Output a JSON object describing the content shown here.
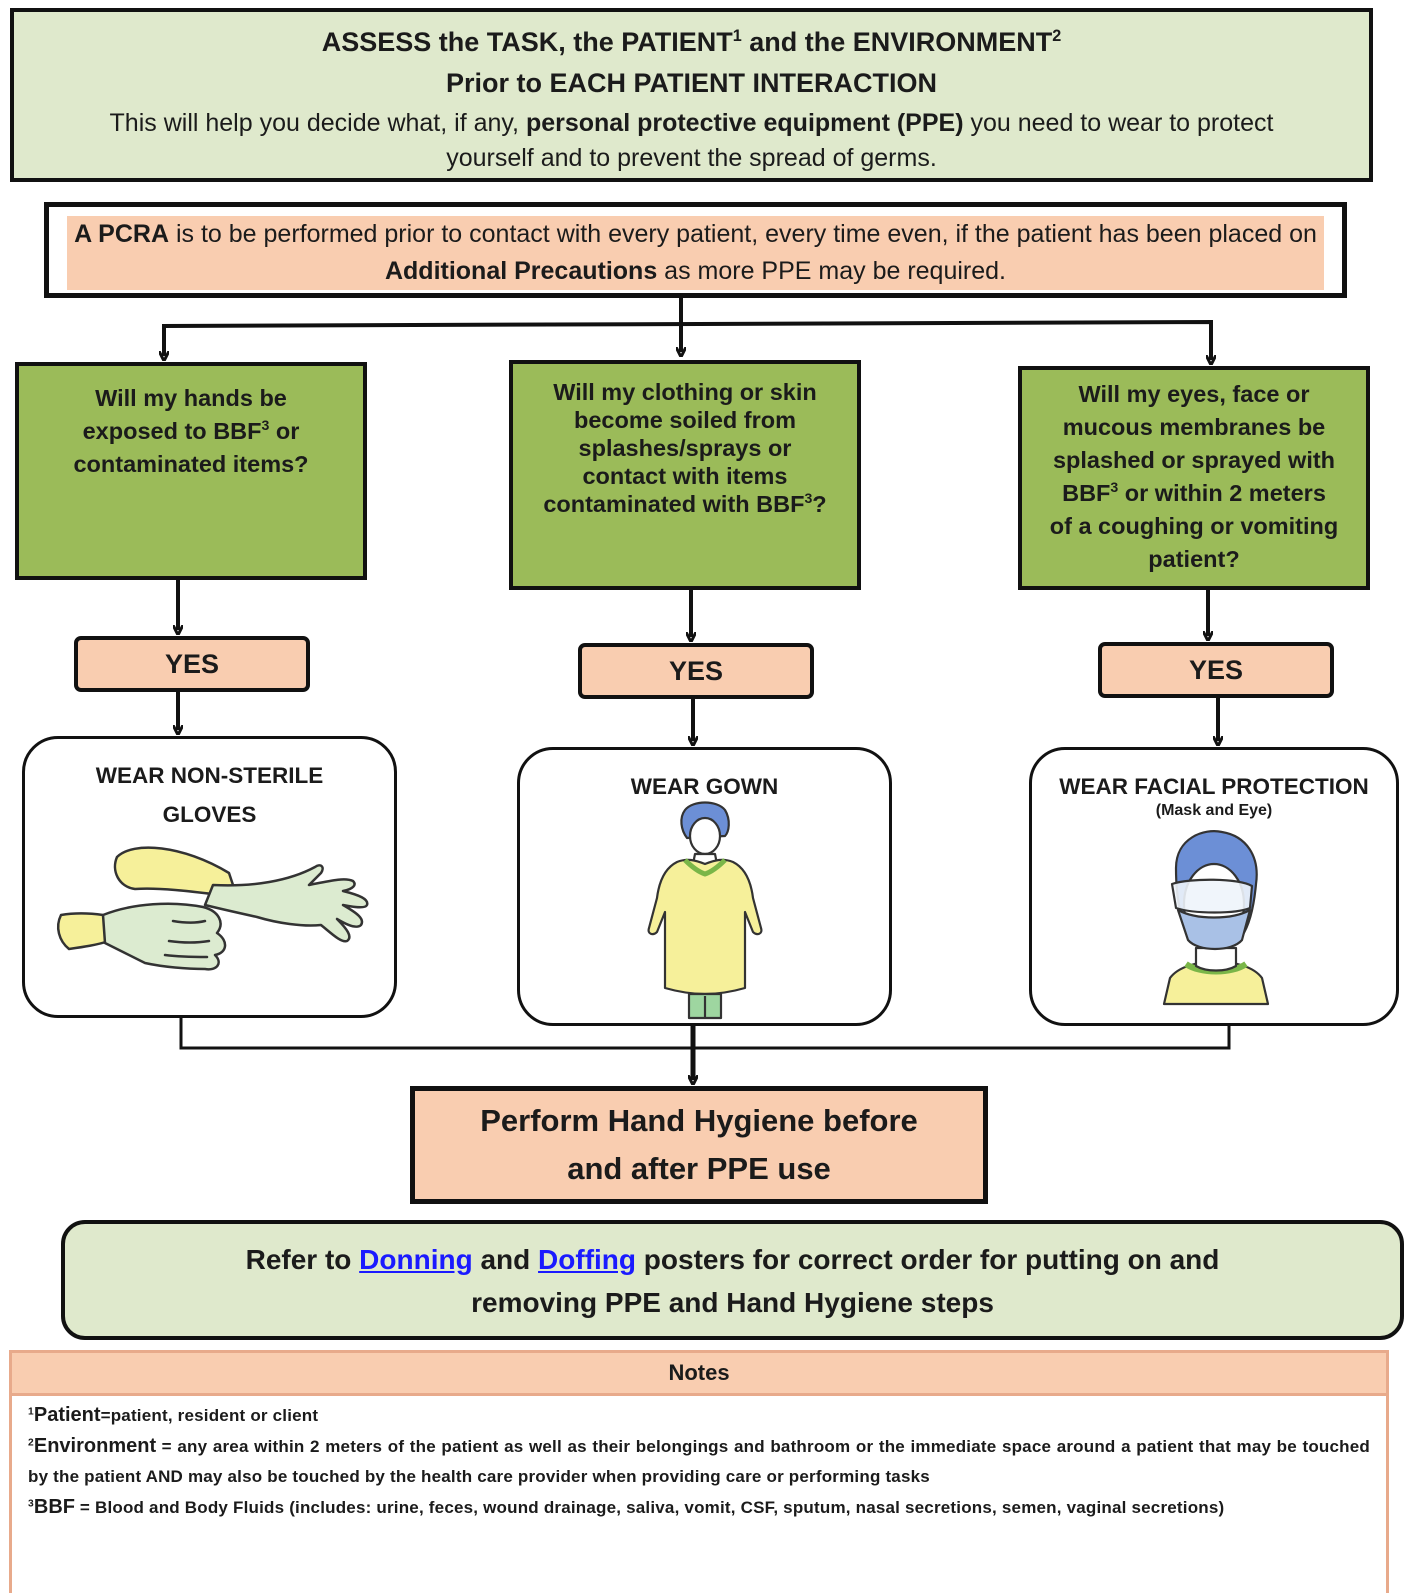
{
  "header": {
    "line1_part1": "ASSESS the TASK, the PATIENT",
    "line1_sup1": "1",
    "line1_part2": " and the ENVIRONMENT",
    "line1_sup2": "2",
    "line2": "Prior to EACH PATIENT INTERACTION",
    "line3_part1": "This will help you decide what, if any, ",
    "line3_bold": "personal protective equipment (PPE)",
    "line3_part2": " you need to wear to protect yourself and to prevent the spread of germs."
  },
  "pcra": {
    "bold1": "A PCRA",
    "text1": " is to be performed prior to contact with every patient, every time even, if the patient has been placed on ",
    "bold2": "Additional Precautions",
    "text2": " as more PPE may be required."
  },
  "questions": [
    {
      "pre": "Will my hands be exposed to BBF",
      "sup": "3",
      "post": " or contaminated items?"
    },
    {
      "pre": "Will my clothing or skin become soiled from splashes/sprays or contact with items contaminated with BBF",
      "sup": "3",
      "post": "?"
    },
    {
      "pre": "Will my eyes, face or mucous membranes be splashed or sprayed with BBF",
      "sup": "3",
      "post": " or within 2 meters of a coughing or vomiting patient?"
    }
  ],
  "yes_labels": [
    "YES",
    "YES",
    "YES"
  ],
  "ppe": [
    {
      "title_line1": "WEAR NON-STERILE",
      "title_line2": "GLOVES",
      "subtitle": "",
      "icon": "gloves-icon"
    },
    {
      "title_line1": "WEAR GOWN",
      "title_line2": "",
      "subtitle": "",
      "icon": "gown-icon"
    },
    {
      "title_line1": "WEAR FACIAL PROTECTION",
      "title_line2": "",
      "subtitle": "(Mask and Eye)",
      "icon": "mask-eye-icon"
    }
  ],
  "hand_hygiene": {
    "line1": "Perform Hand Hygiene before",
    "line2": "and after PPE use"
  },
  "refer": {
    "pre": "Refer to ",
    "link1": "Donning",
    "mid": " and ",
    "link2": "Doffing",
    "post1": " posters for correct order for putting on and",
    "line2": "removing PPE and Hand Hygiene steps"
  },
  "notes": {
    "header": "Notes",
    "items": [
      {
        "num": "1",
        "term": "Patient",
        "sep": "=",
        "def": "patient, resident or client"
      },
      {
        "num": "2",
        "term": "Environment",
        "sep": " = ",
        "def": "any area within 2 meters of the patient as well as their belongings and bathroom or the immediate space around a patient that may be touched by the patient AND may also be touched by the health care provider when providing care or performing tasks"
      },
      {
        "num": "3",
        "term": "BBF",
        "sep": " = ",
        "def": "Blood and Body Fluids (includes: urine, feces, wound drainage, saliva, vomit, CSF, sputum, nasal secretions, semen, vaginal secretions)"
      }
    ]
  },
  "colors": {
    "light_green": "#dfe9cc",
    "green": "#9bbb59",
    "peach": "#f9cdb0",
    "notes_border": "#e8aa8b",
    "link": "#1a1aff"
  }
}
